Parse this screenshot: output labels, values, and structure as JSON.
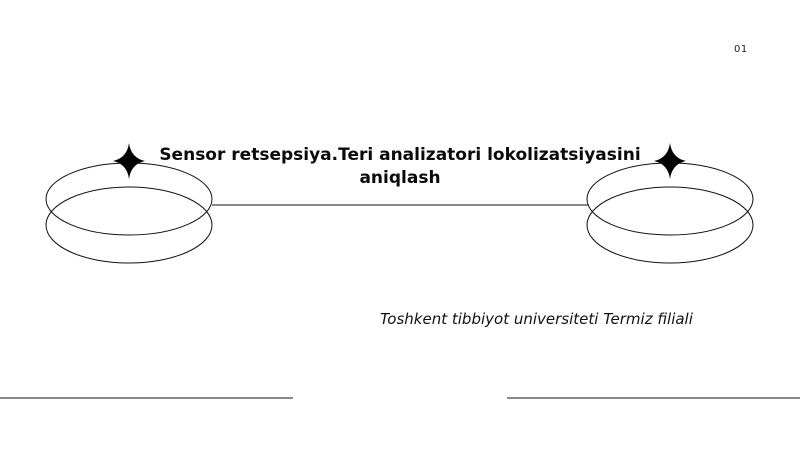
{
  "slide": {
    "number": "01",
    "title": "Sensor retsepsiya.Teri analizatori lokolizatsiyasini aniqlash",
    "subtitle": "Toshkent tibbiyot universiteti Termiz filiali"
  },
  "colors": {
    "background": "#ffffff",
    "ink": "#111111"
  },
  "icons": [
    "four-point-star-icon",
    "four-point-star-icon"
  ]
}
